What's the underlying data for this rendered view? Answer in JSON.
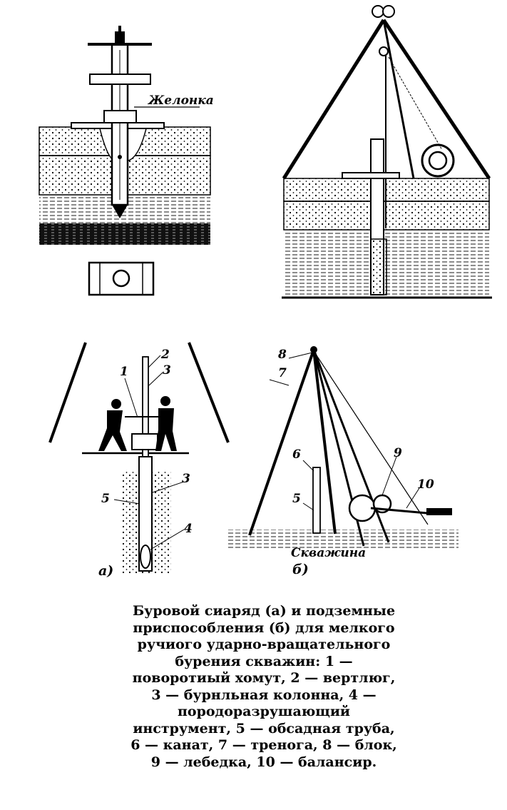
{
  "diagram_top": {
    "label_zhelonka": "Желонка"
  },
  "diagram_bottom": {
    "callouts_left": [
      "1",
      "2",
      "3",
      "3",
      "5",
      "4"
    ],
    "callouts_right": [
      "8",
      "7",
      "6",
      "5",
      "9",
      "10"
    ],
    "well_label": "Скважина",
    "panel_a": "а)",
    "panel_b": "б)"
  },
  "caption": "Буровой сиаряд (а) и подземные приспособления (б) для мелкого ручиого ударно-вращательного бурения скважин: 1 — поворотиый хомут, 2 — вертлюг, 3 — бурнльная колонна, 4 — породоразрушающий инструмент, 5 — обсадная труба, 6 — канат, 7 — тренога, 8 — блок, 9 — лебедка, 10 — балансир."
}
